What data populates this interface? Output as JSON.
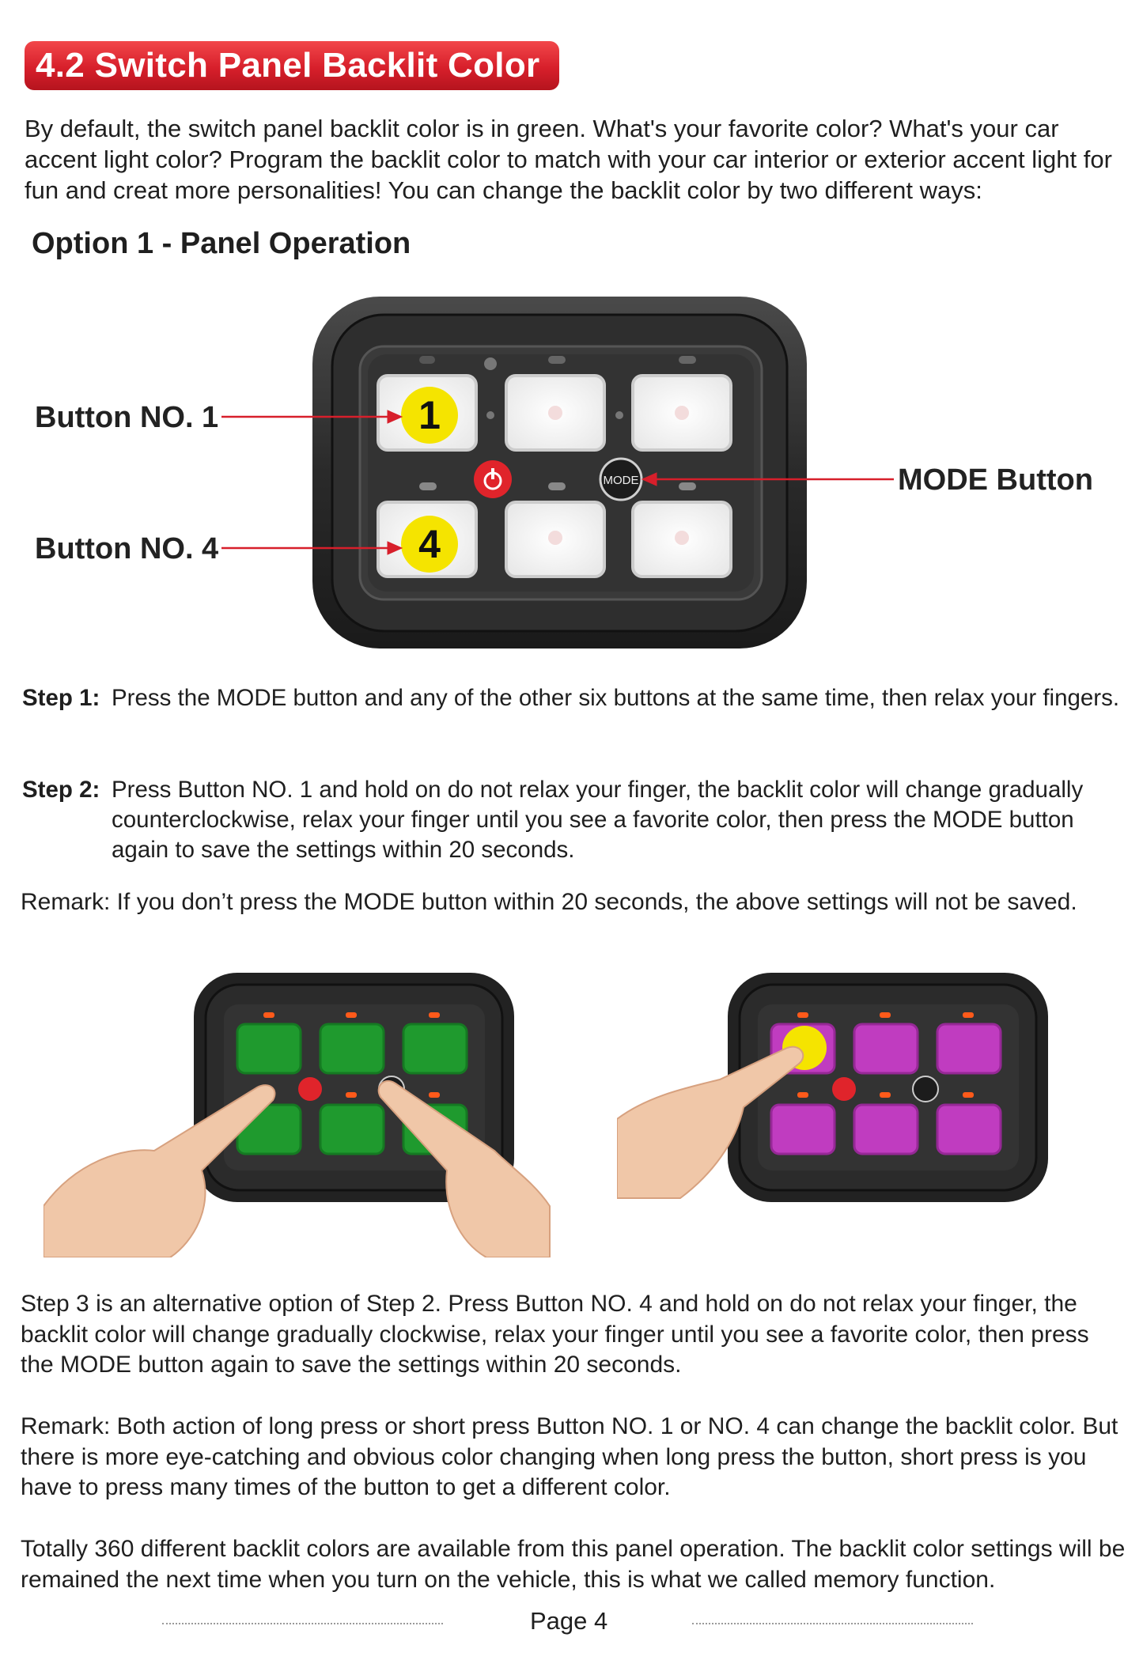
{
  "header": {
    "title": "4.2 Switch Panel Backlit Color"
  },
  "intro": "By default, the switch panel backlit color is in green. What's your favorite color? What's your car accent light color? Program the backlit color to match with your car interior or exterior accent light for fun and creat more personalities! You can change the backlit color by two different ways:",
  "option_title": "Option 1 - Panel Operation",
  "diagram": {
    "button1_label": "Button NO. 1",
    "button4_label": "Button NO. 4",
    "mode_label": "MODE Button",
    "mode_text": "MODE",
    "badge1": "1",
    "badge4": "4"
  },
  "steps": [
    {
      "label": "Step 1:",
      "text": "Press the MODE button and any of the other six buttons at the same time, then  relax your fingers."
    },
    {
      "label": "Step 2:",
      "text": "Press Button NO. 1 and hold on do not relax your finger, the backlit color will change gradually counterclockwise, relax your finger until you see a favorite color, then press the MODE button again to save the settings within 20 seconds."
    }
  ],
  "remark1": "Remark: If you don’t press the MODE button within 20 seconds, the above settings will not be saved.",
  "step3": "Step 3 is an alternative option of Step 2. Press Button NO. 4 and hold on do not relax your finger, the backlit color will change gradually clockwise, relax your finger until you see a favorite color, then press the MODE button again to save the settings within 20 seconds.",
  "remark2": "Remark: Both action of long press or short press Button NO. 1 or NO. 4 can change the backlit color. But there is more eye-catching and obvious color changing when long press the button, short press is you have to press many times of the button to get a different color.",
  "closing": "Totally 360 different backlit colors are available from this panel operation. The backlit color settings will be remained the next time when you turn on the vehicle, this is what we called memory function.",
  "footer": {
    "page": "Page 4"
  },
  "colors": {
    "accent_red": "#d71f2b",
    "green_backlit": "#1f9a2e",
    "purple_backlit": "#c03cc0",
    "badge_yellow": "#f5e400"
  }
}
